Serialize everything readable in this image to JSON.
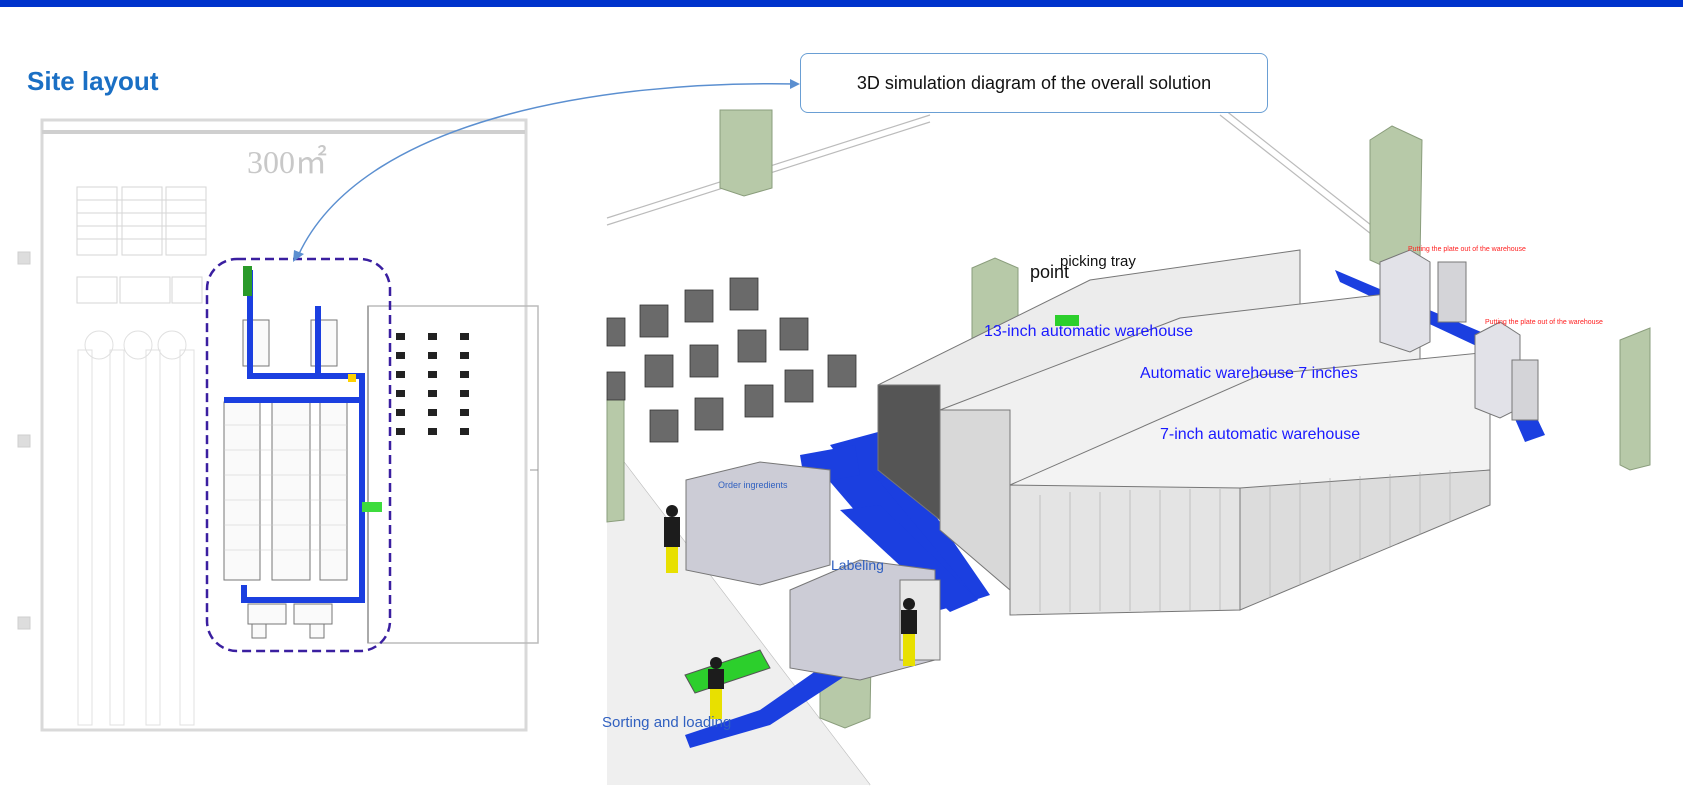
{
  "header": {
    "title": "Site layout"
  },
  "callout": {
    "text": "3D simulation diagram of the overall solution"
  },
  "floorplan": {
    "area_label": "300㎡"
  },
  "labels": {
    "picking_tray": "picking tray",
    "point": "point",
    "wh13": "13-inch automatic warehouse",
    "wh7a": "Automatic  warehouse 7 inches",
    "wh7b": "7-inch automatic warehouse",
    "order": "Order ingredients",
    "labeling": "Labeling",
    "sorting": "Sorting and loading",
    "out1": "Putting the plate out of the warehouse",
    "out2": "Putting the plate out of the warehouse"
  },
  "colors": {
    "topbar": "#0033cc",
    "title": "#1a6fc4",
    "conveyor": "#1b3fe0",
    "pillar": "#b7c9a8",
    "dashed": "#3a1fa0"
  }
}
